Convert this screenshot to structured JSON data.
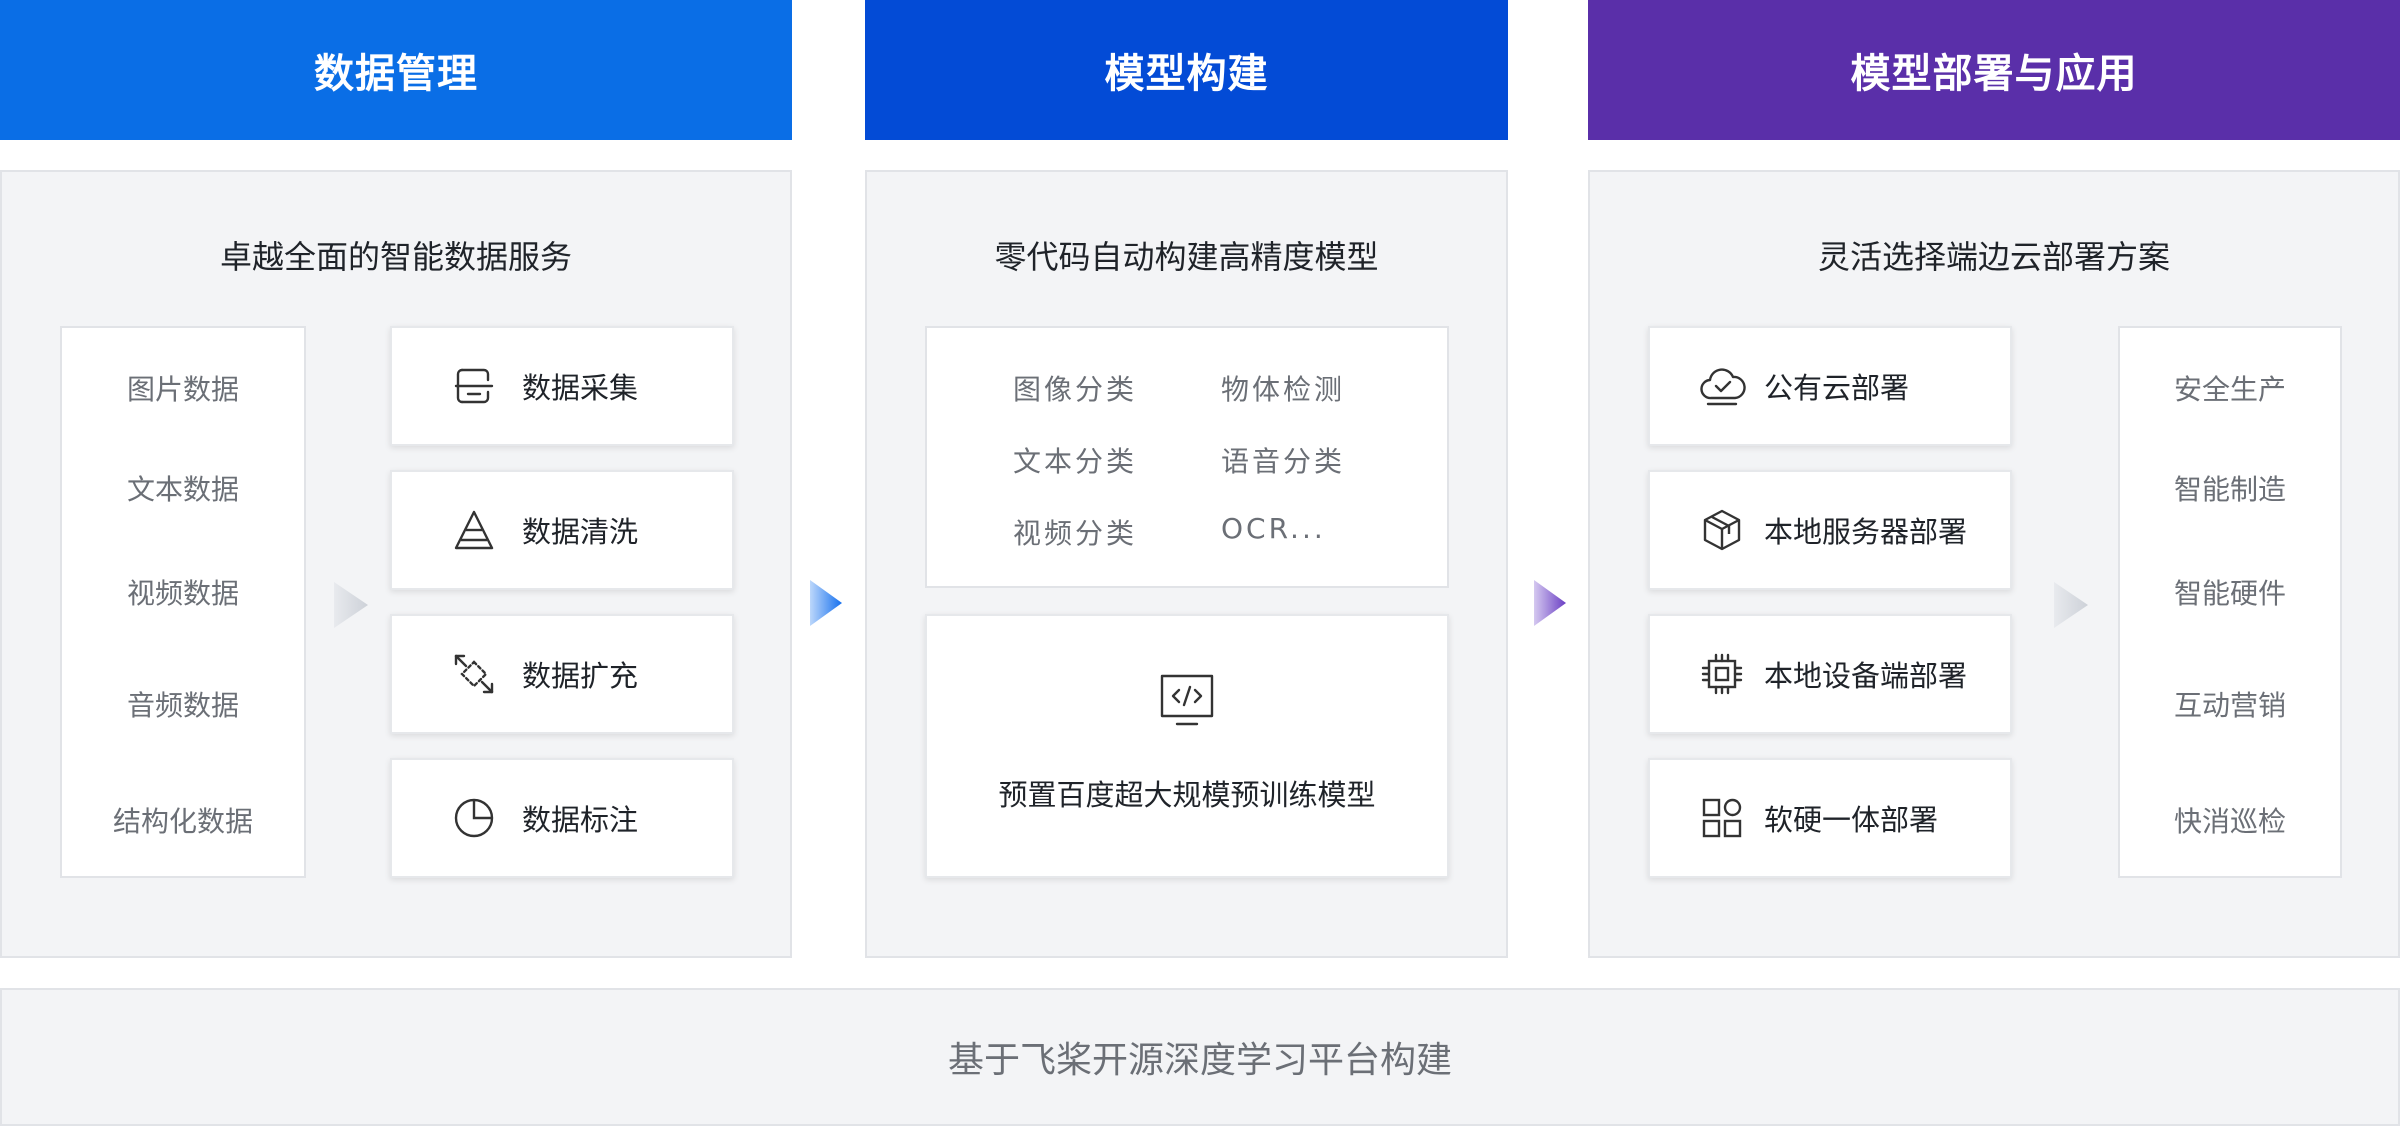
{
  "columns": [
    {
      "title": "数据管理",
      "subtitle": "卓越全面的智能数据服务",
      "color": "#0a6ee6"
    },
    {
      "title": "模型构建",
      "subtitle": "零代码自动构建高精度模型",
      "color": "#034bd6"
    },
    {
      "title": "模型部署与应用",
      "subtitle": "灵活选择端边云部署方案",
      "color": "#5a2fa9"
    }
  ],
  "data_types": [
    "图片数据",
    "文本数据",
    "视频数据",
    "音频数据",
    "结构化数据"
  ],
  "data_services": [
    {
      "label": "数据采集",
      "icon": "data-collect-icon"
    },
    {
      "label": "数据清洗",
      "icon": "data-clean-icon"
    },
    {
      "label": "数据扩充",
      "icon": "data-augment-icon"
    },
    {
      "label": "数据标注",
      "icon": "data-annotate-icon"
    }
  ],
  "model_types": [
    "图像分类",
    "物体检测",
    "文本分类",
    "语音分类",
    "视频分类",
    "OCR..."
  ],
  "pretrained": {
    "label": "预置百度超大规模预训练模型",
    "icon": "code-icon"
  },
  "deployments": [
    {
      "label": "公有云部署",
      "icon": "cloud-check-icon"
    },
    {
      "label": "本地服务器部署",
      "icon": "server-cube-icon"
    },
    {
      "label": "本地设备端部署",
      "icon": "chip-icon"
    },
    {
      "label": "软硬一体部署",
      "icon": "grid-icon"
    }
  ],
  "applications": [
    "安全生产",
    "智能制造",
    "智能硬件",
    "互动营销",
    "快消巡检"
  ],
  "footer": "基于飞桨开源深度学习平台构建"
}
